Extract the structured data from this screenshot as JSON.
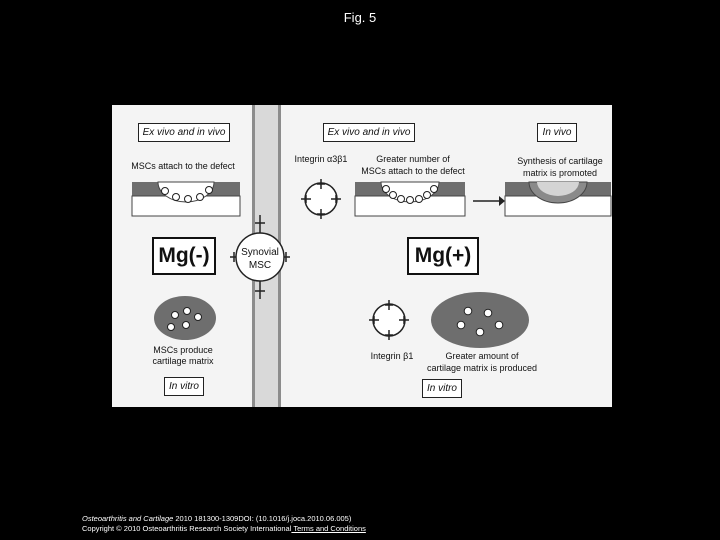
{
  "page": {
    "title": "Fig. 5"
  },
  "left_panel": {
    "top_box": "Ex vivo and in vivo",
    "top_caption": "MSCs attach to the defect",
    "mg_label": "Mg(-)",
    "bottom_caption_1": "MSCs produce",
    "bottom_caption_2": "cartilage matrix",
    "bottom_box": "In vitro"
  },
  "center": {
    "line1": "Synovial",
    "line2": "MSC"
  },
  "right_panel": {
    "top_box_left": "Ex vivo and in vivo",
    "top_box_right": "In vivo",
    "integrin_a3b1": "Integrin α3β1",
    "greater_attach_1": "Greater number of",
    "greater_attach_2": "MSCs attach to the defect",
    "synthesis_1": "Synthesis of cartilage",
    "synthesis_2": "matrix is promoted",
    "mg_label": "Mg(+)",
    "integrin_b1": "Integrin β1",
    "greater_amount_1": "Greater amount of",
    "greater_amount_2": "cartilage matrix is produced",
    "bottom_box": "In vitro"
  },
  "footer": {
    "line1_journal": "Osteoarthritis and Cartilage",
    "line1_rest": " 2010 181300-1309DOI: (10.1016/j.joca.2010.06.005)",
    "line2_copyright": "Copyright © 2010 Osteoarthritis Research Society International",
    "line2_link": " Terms and Conditions"
  },
  "colors": {
    "background": "#000000",
    "panel": "#f4f4f4",
    "tissue_gray": "#6e6e6e",
    "matrix_light": "#d4d4d4",
    "text": "#111111"
  }
}
